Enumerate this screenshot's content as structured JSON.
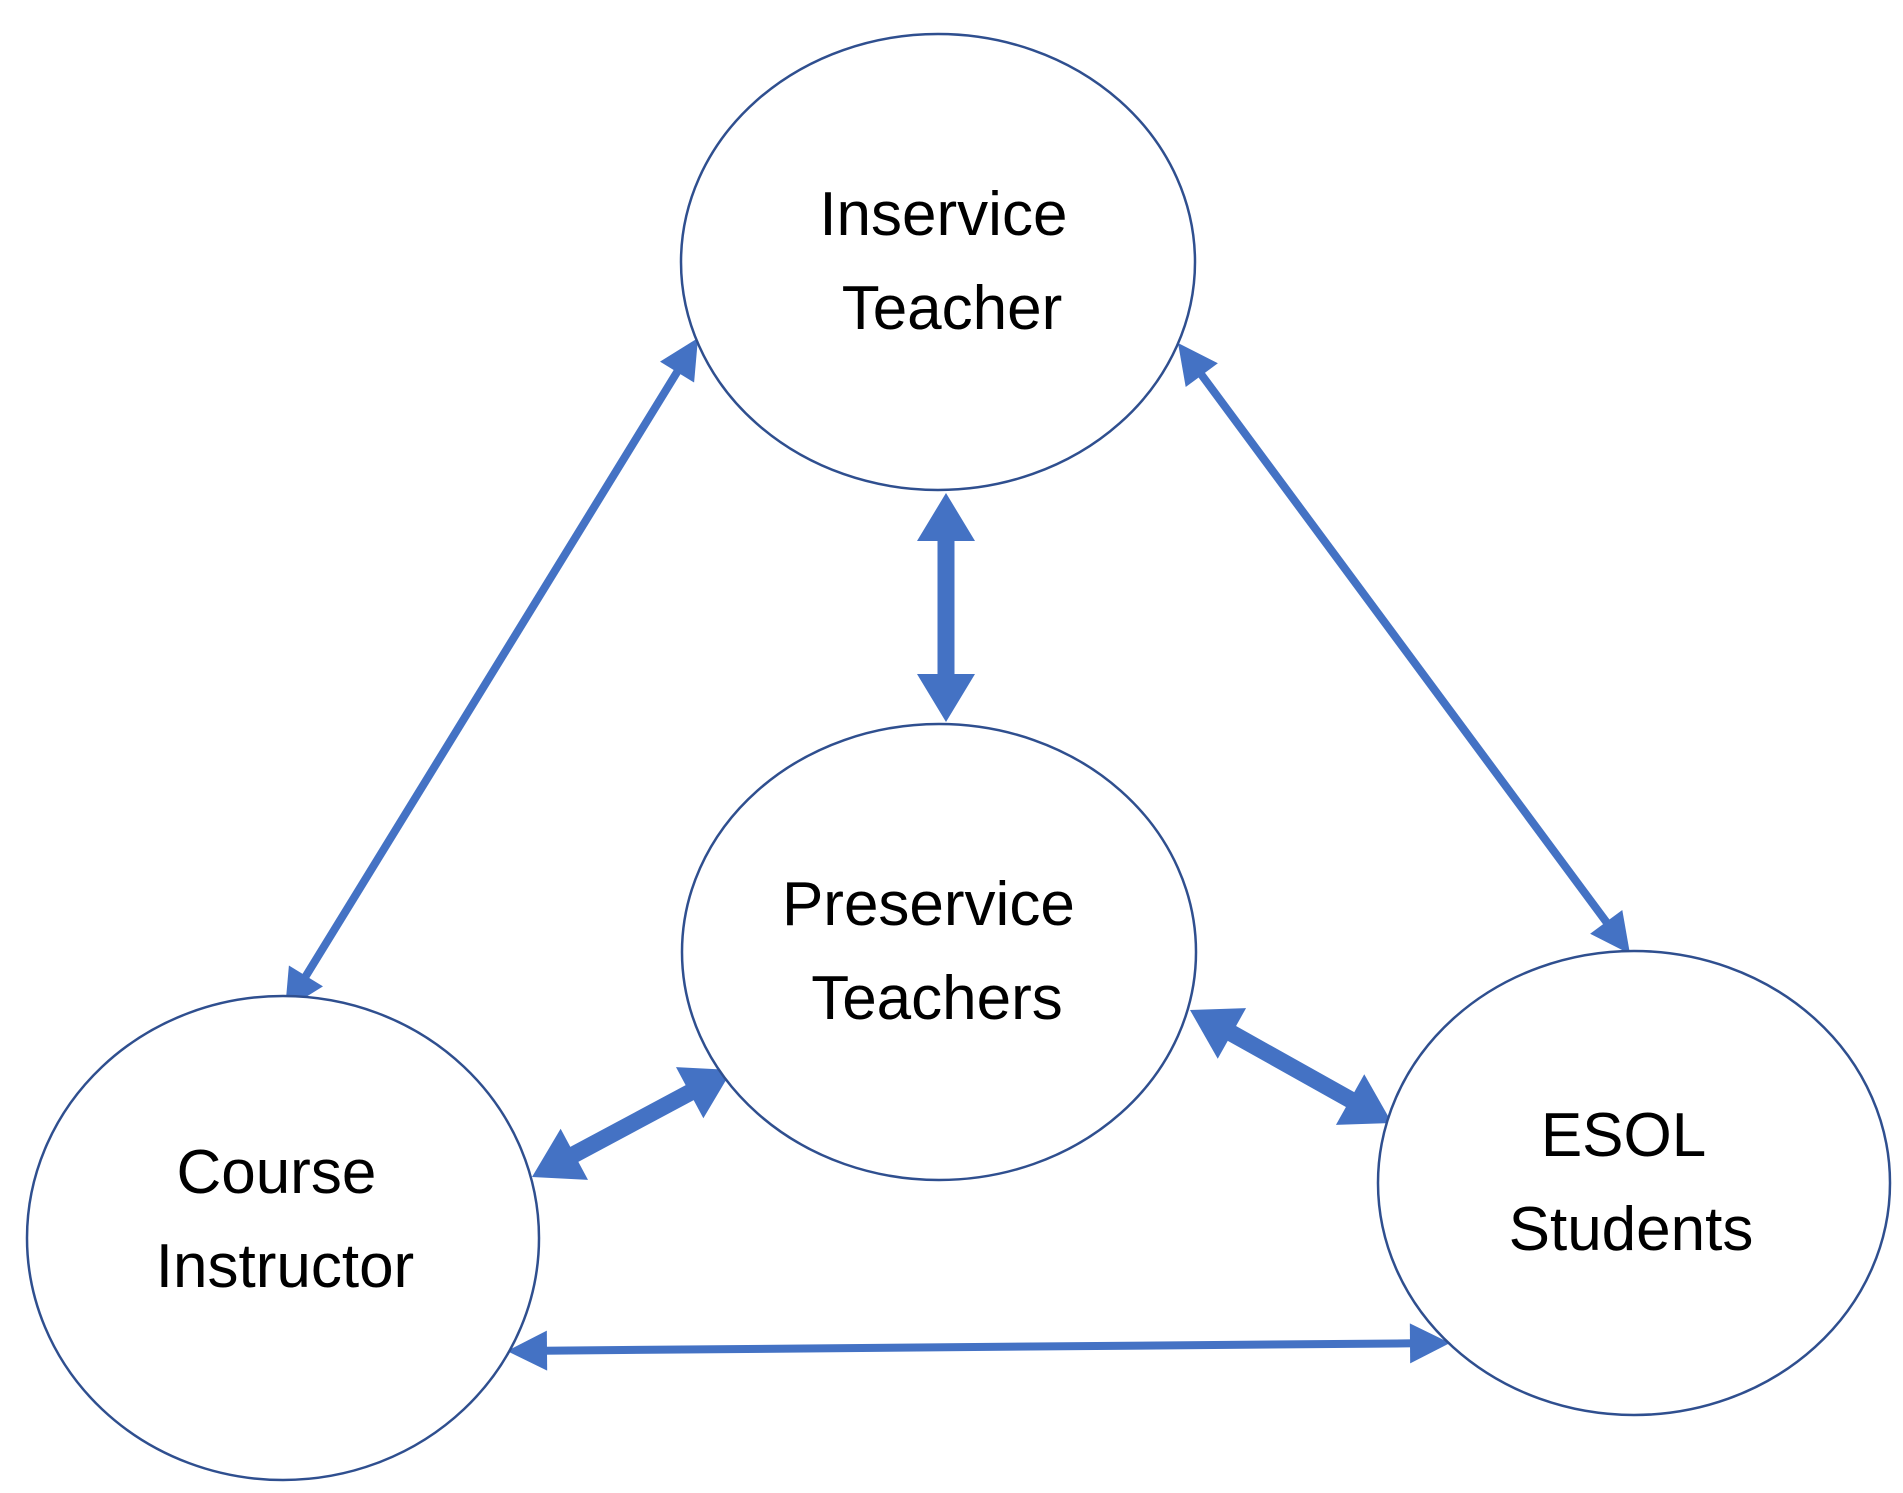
{
  "diagram": {
    "nodes": {
      "inservice": {
        "lines": [
          "Inservice",
          "Teacher"
        ]
      },
      "preservice": {
        "lines": [
          "Preservice",
          "Teachers"
        ]
      },
      "course": {
        "lines": [
          "Course",
          "Instructor"
        ]
      },
      "esol": {
        "lines": [
          "ESOL",
          "Students"
        ]
      }
    },
    "edges": [
      {
        "from": "inservice",
        "to": "course",
        "direction": "bidirectional",
        "weight": "thin"
      },
      {
        "from": "inservice",
        "to": "esol",
        "direction": "bidirectional",
        "weight": "thin"
      },
      {
        "from": "inservice",
        "to": "preservice",
        "direction": "bidirectional",
        "weight": "thick"
      },
      {
        "from": "preservice",
        "to": "course",
        "direction": "bidirectional",
        "weight": "thick"
      },
      {
        "from": "preservice",
        "to": "esol",
        "direction": "bidirectional",
        "weight": "thick"
      },
      {
        "from": "course",
        "to": "esol",
        "direction": "bidirectional",
        "weight": "thin"
      }
    ],
    "colors": {
      "arrow": "#4472c4",
      "node_border": "#2f4f8f",
      "node_fill": "#ffffff",
      "text": "#000000"
    }
  }
}
